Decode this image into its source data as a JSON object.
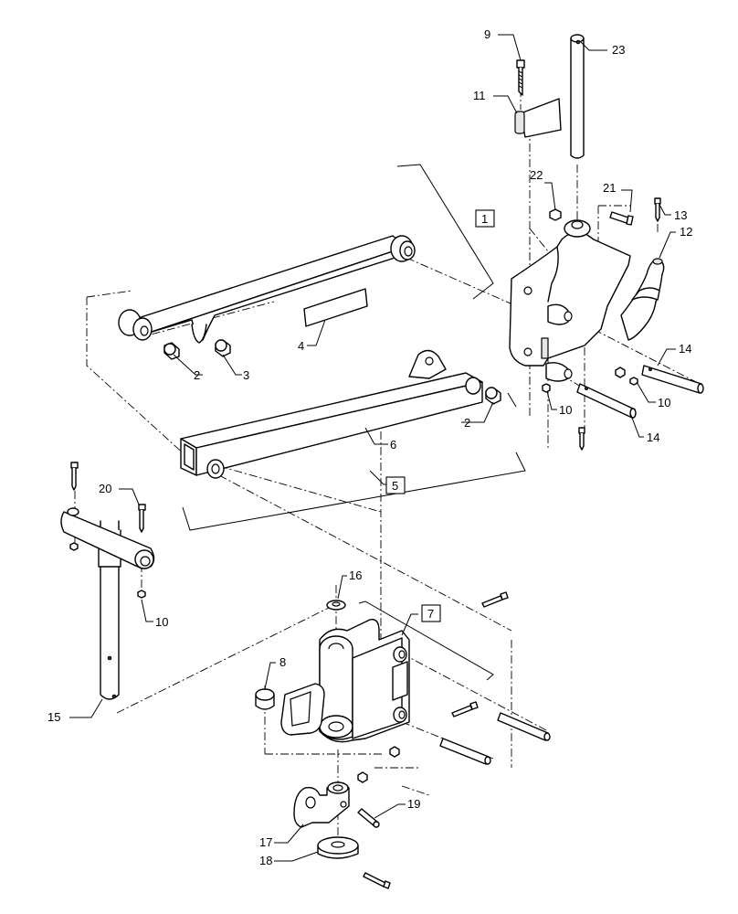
{
  "callouts": {
    "c1": "1",
    "c2a": "2",
    "c2b": "2",
    "c3": "3",
    "c4": "4",
    "c5": "5",
    "c6": "6",
    "c7": "7",
    "c8": "8",
    "c9": "9",
    "c10a": "10",
    "c10b": "10",
    "c10c": "10",
    "c11": "11",
    "c12": "12",
    "c13": "13",
    "c14a": "14",
    "c14b": "14",
    "c15": "15",
    "c16": "16",
    "c17": "17",
    "c18": "18",
    "c19": "19",
    "c20": "20",
    "c21": "21",
    "c22": "22",
    "c23": "23"
  }
}
